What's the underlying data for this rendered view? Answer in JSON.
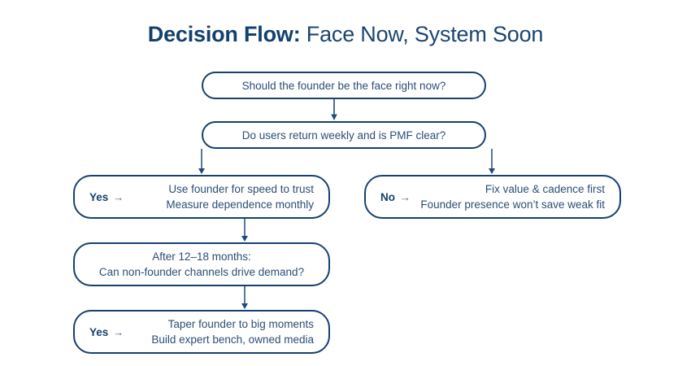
{
  "title": {
    "bold": "Decision Flow:",
    "normal": " Face Now, System Soon"
  },
  "colors": {
    "border": "#17406d",
    "title_bold": "#14406e",
    "title_normal": "#1b4570",
    "body_text": "#2d4d75",
    "background": "#ffffff",
    "connector": "#1e4a7a"
  },
  "nodes": {
    "q1": {
      "shape": "pill",
      "text": "Should the founder be the face right now?"
    },
    "q2": {
      "shape": "pill",
      "text": "Do users return weekly and is PMF clear?"
    },
    "yes1": {
      "shape": "rounded",
      "label": "Yes",
      "arrow": "→",
      "lines": "Use founder for speed to trust\nMeasure dependence monthly"
    },
    "no1": {
      "shape": "rounded",
      "label": "No",
      "arrow": "→",
      "lines": "Fix value & cadence first\nFounder presence won’t save weak fit"
    },
    "q3": {
      "shape": "rounded",
      "text": "After 12–18 months:\nCan non-founder channels drive demand?"
    },
    "yes2": {
      "shape": "rounded",
      "label": "Yes",
      "arrow": "→",
      "lines": "Taper founder to big moments\nBuild expert bench, owned media"
    }
  },
  "connectors": [
    {
      "name": "q1-to-q2",
      "from": "q1",
      "to": "q2",
      "direction": "down"
    },
    {
      "name": "q2-to-yes1",
      "from": "q2",
      "to": "yes1",
      "direction": "down"
    },
    {
      "name": "q2-to-no1",
      "from": "q2",
      "to": "no1",
      "direction": "down"
    },
    {
      "name": "yes1-to-q3",
      "from": "yes1",
      "to": "q3",
      "direction": "down"
    },
    {
      "name": "q3-to-yes2",
      "from": "q3",
      "to": "yes2",
      "direction": "down"
    }
  ]
}
